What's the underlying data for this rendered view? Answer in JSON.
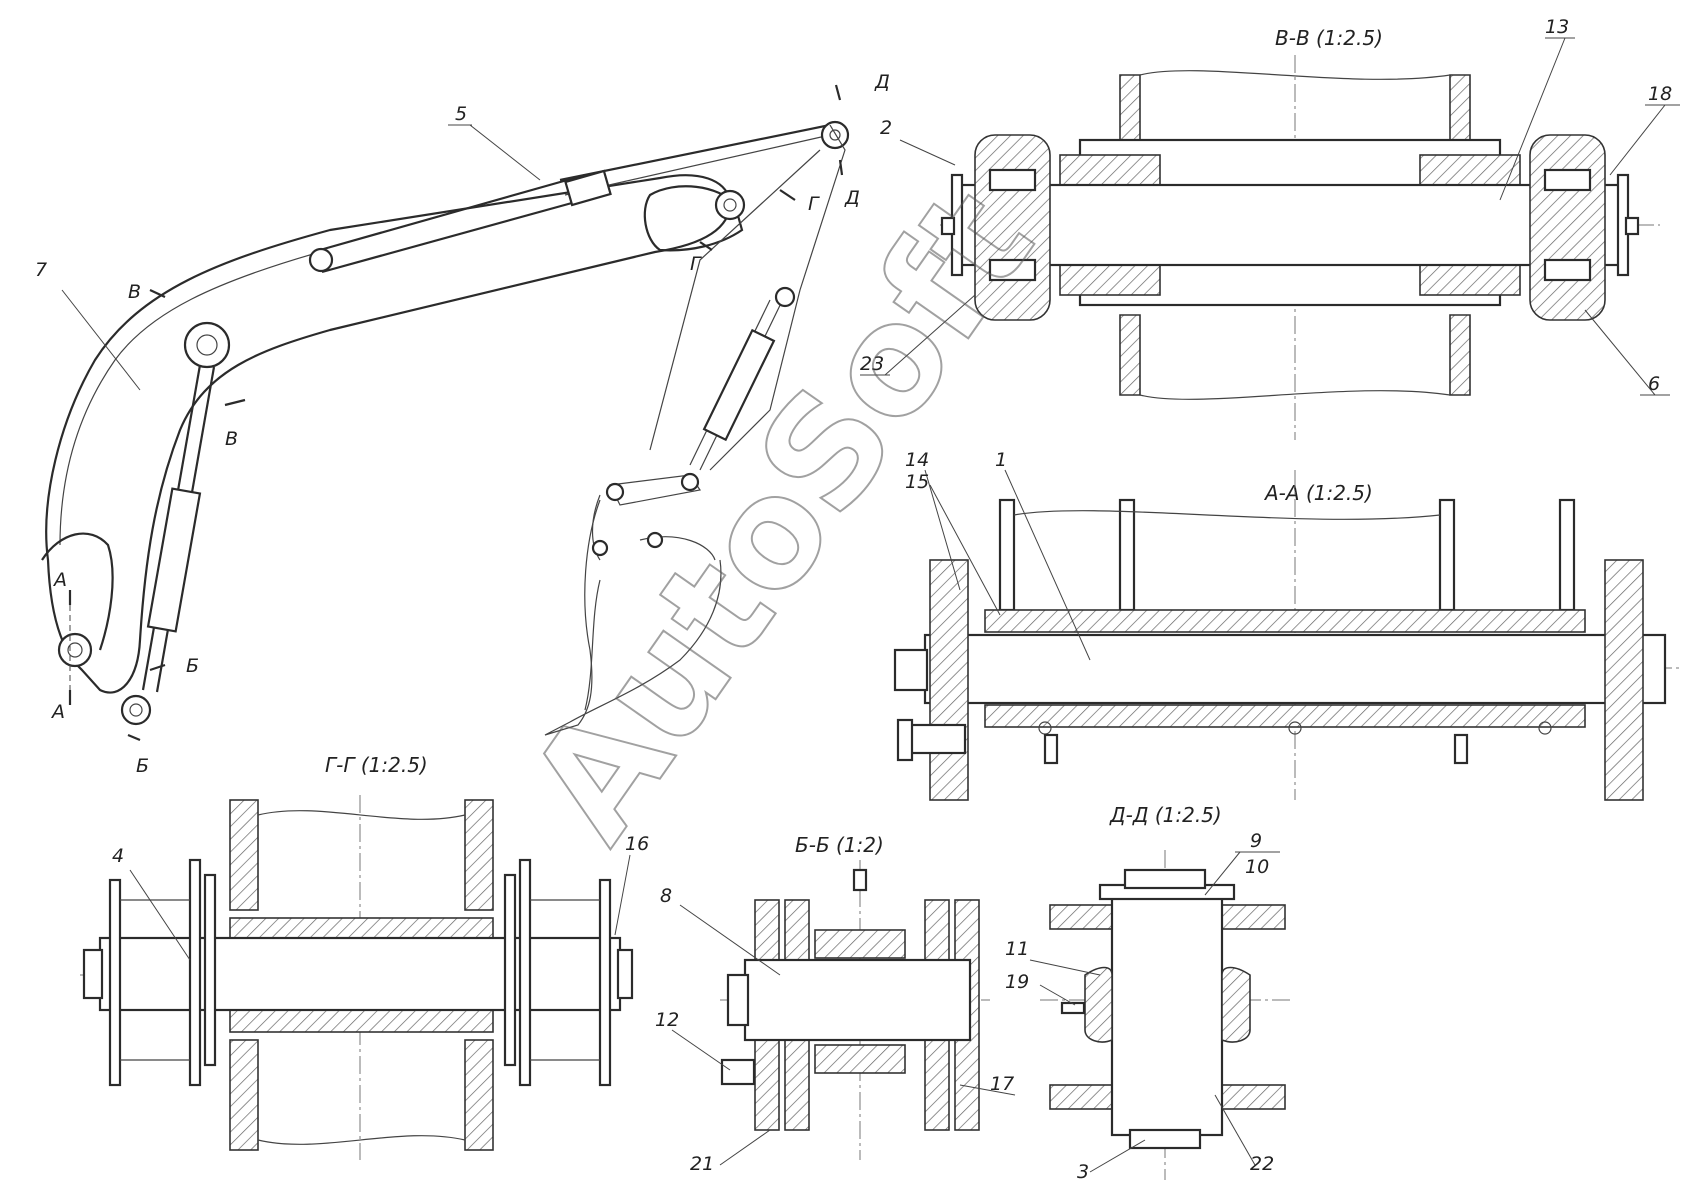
{
  "watermark": "AutoSoft",
  "section_titles": {
    "vv": "В-В (1:2.5)",
    "aa": "А-А (1:2.5)",
    "gg": "Г-Г (1:2.5)",
    "bb": "Б-Б (1:2)",
    "dd": "Д-Д (1:2.5)"
  },
  "section_marks": {
    "a": "А",
    "b": "Б",
    "v": "В",
    "g": "Г",
    "d": "Д"
  },
  "part_numbers": {
    "p1": "1",
    "p2": "2",
    "p3": "3",
    "p4": "4",
    "p5": "5",
    "p6": "6",
    "p7": "7",
    "p8": "8",
    "p9": "9",
    "p10": "10",
    "p11": "11",
    "p12": "12",
    "p13": "13",
    "p14": "14",
    "p15": "15",
    "p16": "16",
    "p17": "17",
    "p18": "18",
    "p19": "19",
    "p21": "21",
    "p22": "22",
    "p23": "23"
  }
}
